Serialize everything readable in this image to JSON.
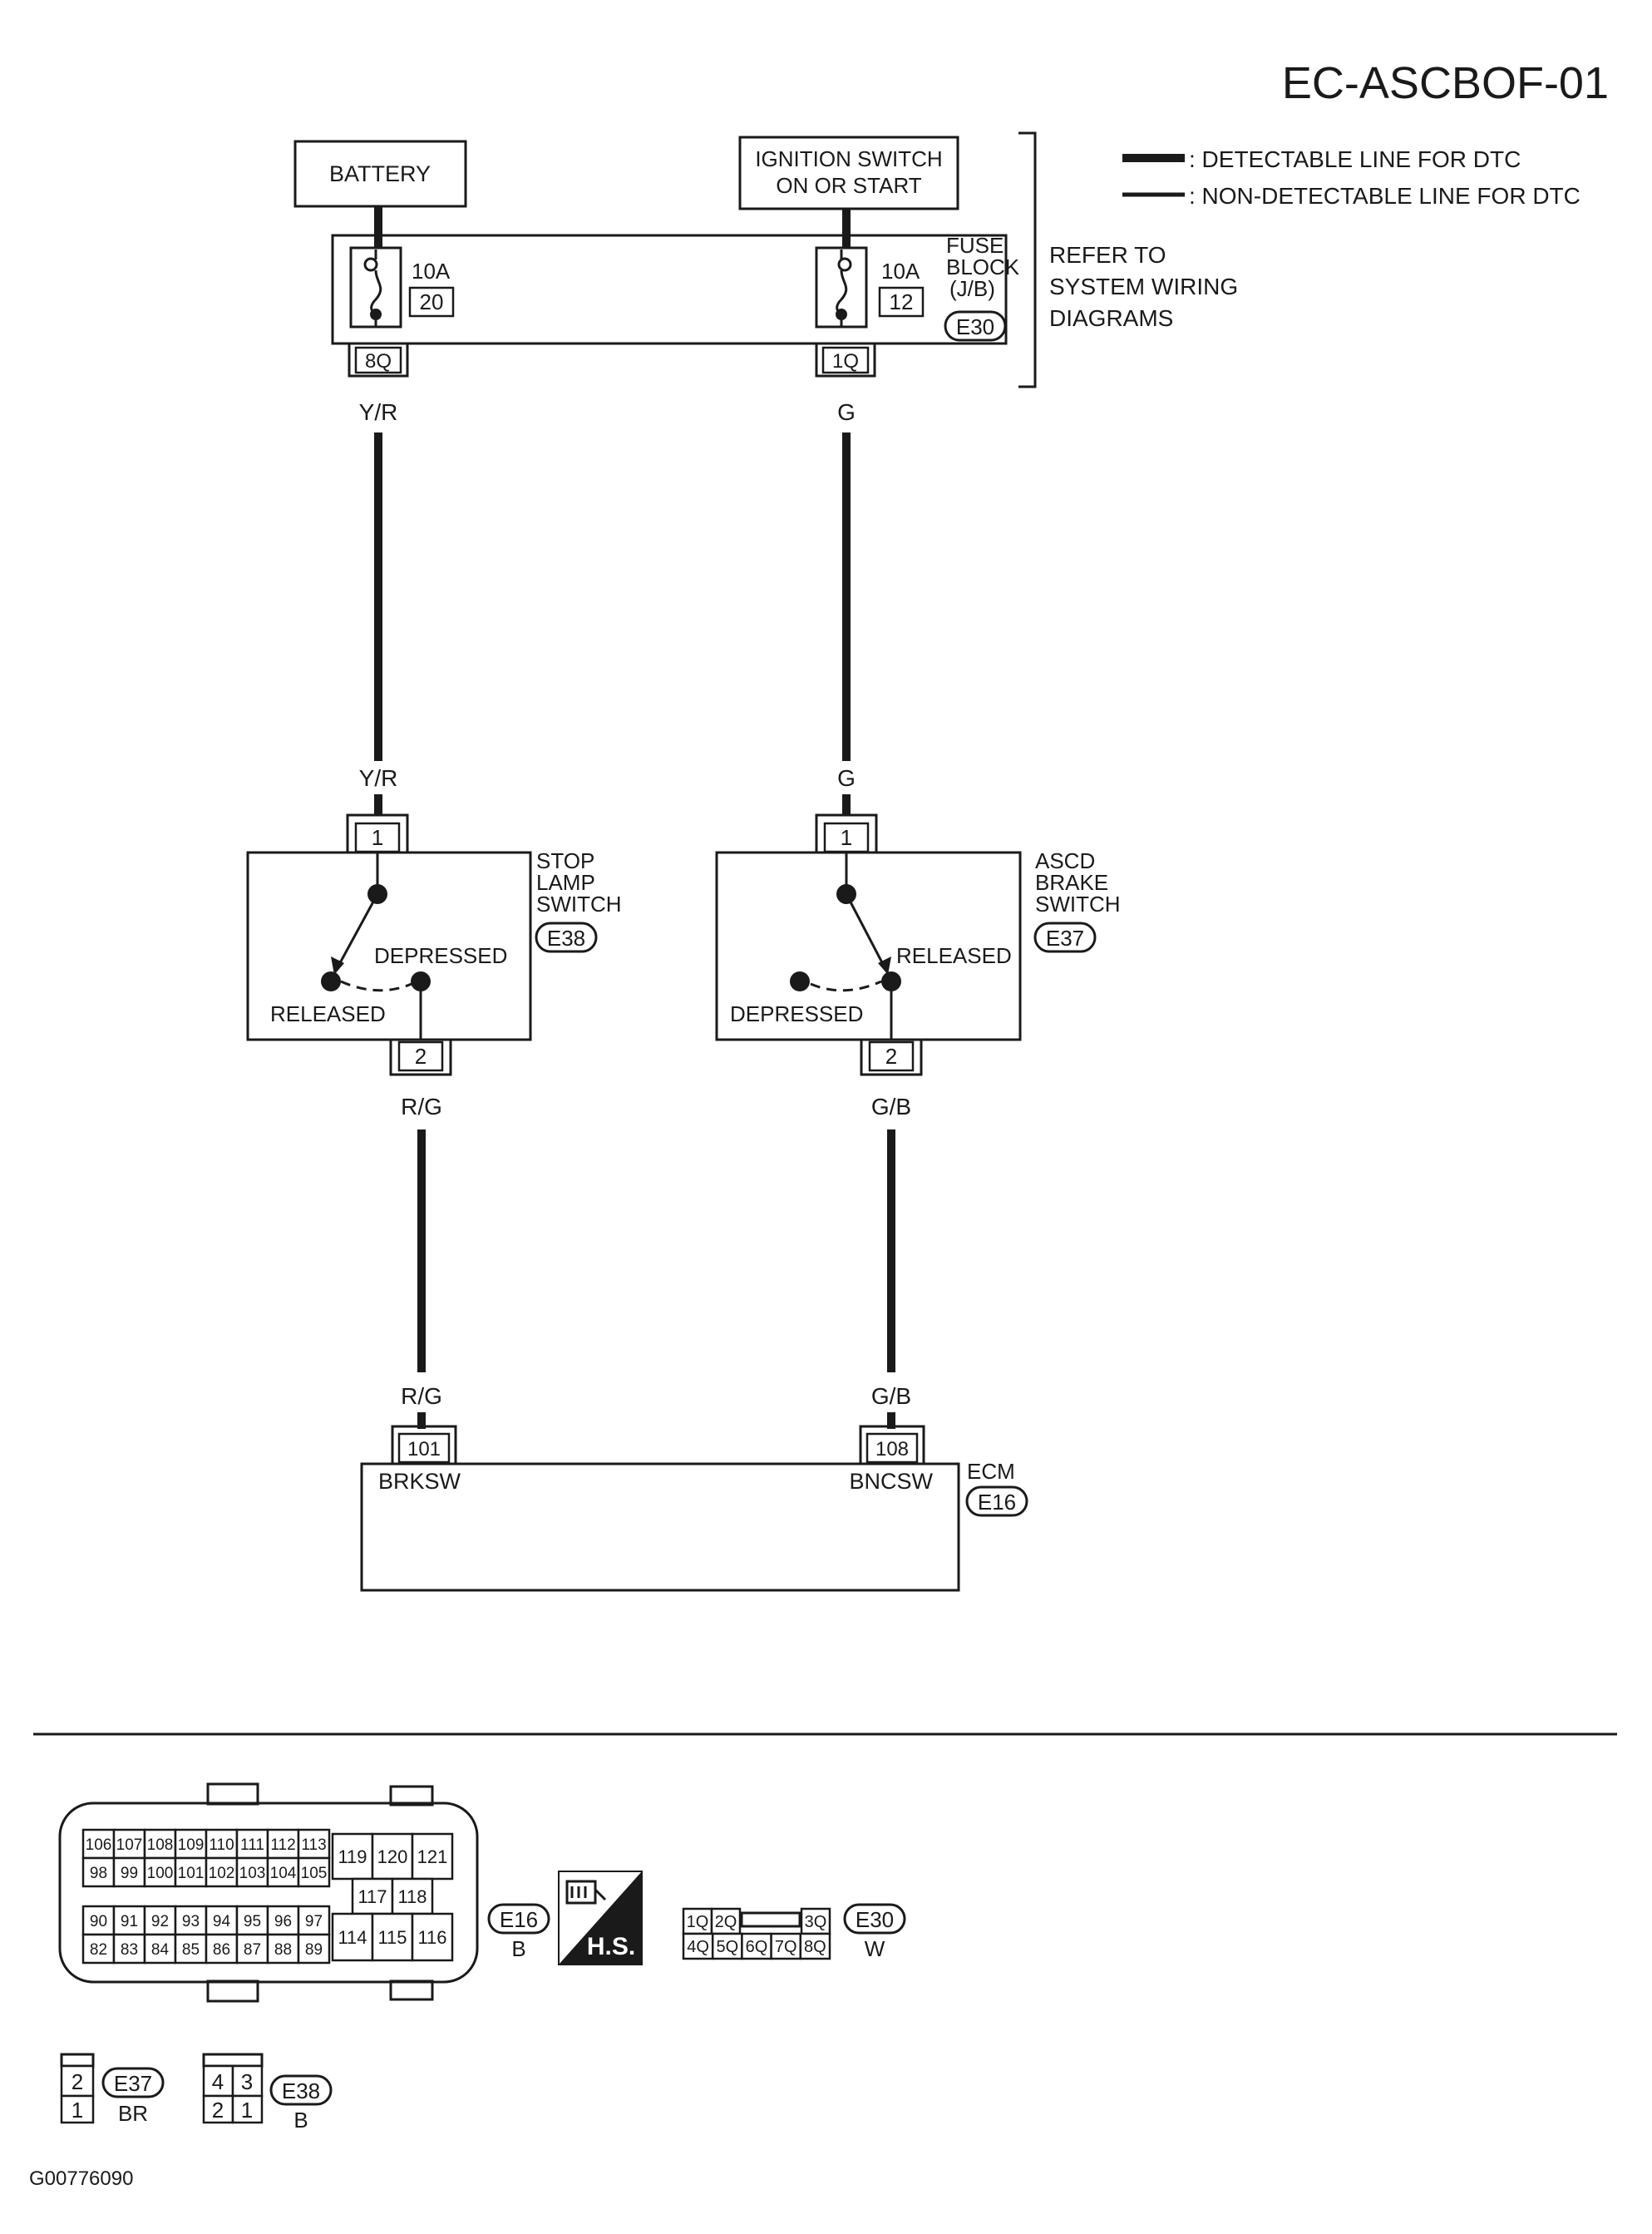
{
  "diagram_id": "EC-ASCBOF-01",
  "legend": {
    "detectable": ": DETECTABLE LINE FOR DTC",
    "non_detectable": ": NON-DETECTABLE LINE FOR DTC"
  },
  "battery": {
    "label": "BATTERY"
  },
  "ignition": {
    "line1": "IGNITION SWITCH",
    "line2": "ON OR START"
  },
  "fuse_block": {
    "line1": "FUSE",
    "line2": "BLOCK",
    "line3": "(J/B)",
    "connector": "E30",
    "fuse_left": {
      "amps": "10A",
      "number": "20",
      "terminal": "8Q"
    },
    "fuse_right": {
      "amps": "10A",
      "number": "12",
      "terminal": "1Q"
    }
  },
  "refer": {
    "line1": "REFER TO",
    "line2": "SYSTEM WIRING",
    "line3": "DIAGRAMS"
  },
  "wires": {
    "left_top": "Y/R",
    "left_mid": "Y/R",
    "right_top": "G",
    "right_mid": "G",
    "left_bottom1": "R/G",
    "left_bottom2": "R/G",
    "right_bottom1": "G/B",
    "right_bottom2": "G/B"
  },
  "stop_lamp_switch": {
    "line1": "STOP",
    "line2": "LAMP",
    "line3": "SWITCH",
    "connector": "E38",
    "pin_top": "1",
    "pin_bottom": "2",
    "depressed": "DEPRESSED",
    "released": "RELEASED"
  },
  "ascd_brake_switch": {
    "line1": "ASCD",
    "line2": "BRAKE",
    "line3": "SWITCH",
    "connector": "E37",
    "pin_top": "1",
    "pin_bottom": "2",
    "released": "RELEASED",
    "depressed": "DEPRESSED"
  },
  "ecm": {
    "label": "ECM",
    "connector": "E16",
    "pin_left": "101",
    "pin_right": "108",
    "signal_left": "BRKSW",
    "signal_right": "BNCSW"
  },
  "e16_connector": {
    "row1": [
      "106",
      "107",
      "108",
      "109",
      "110",
      "111",
      "112",
      "113"
    ],
    "row2": [
      "98",
      "99",
      "100",
      "101",
      "102",
      "103",
      "104",
      "105"
    ],
    "row3": [
      "90",
      "91",
      "92",
      "93",
      "94",
      "95",
      "96",
      "97"
    ],
    "row4": [
      "82",
      "83",
      "84",
      "85",
      "86",
      "87",
      "88",
      "89"
    ],
    "right_top": [
      "119",
      "120",
      "121"
    ],
    "right_mid": [
      "117",
      "118"
    ],
    "right_bottom": [
      "114",
      "115",
      "116"
    ],
    "id": "E16",
    "color": "B"
  },
  "hs_badge": "H.S.",
  "e30_connector": {
    "row1": [
      "1Q",
      "2Q",
      "3Q"
    ],
    "row2": [
      "4Q",
      "5Q",
      "6Q",
      "7Q",
      "8Q"
    ],
    "id": "E30",
    "color": "W"
  },
  "e37_connector": {
    "pins": [
      "2",
      "1"
    ],
    "id": "E37",
    "color": "BR"
  },
  "e38_connector": {
    "pins_top": [
      "4",
      "3"
    ],
    "pins_bottom": [
      "2",
      "1"
    ],
    "id": "E38",
    "color": "B"
  },
  "figure_code": "G00776090"
}
